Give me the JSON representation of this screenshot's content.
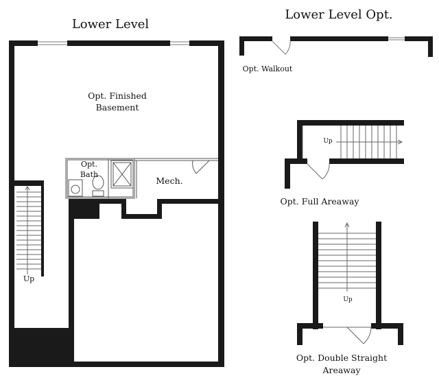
{
  "plan": {
    "main_title": "Lower Level",
    "options_title": "Lower Level Opt.",
    "rooms": {
      "finished_basement_line1": "Opt. Finished",
      "finished_basement_line2": "Basement",
      "bath_line1": "Opt.",
      "bath_line2": "Bath",
      "mech": "Mech."
    },
    "stair_up_label": "Up",
    "options": {
      "walkout": "Opt. Walkout",
      "full_areaway": "Opt. Full Areaway",
      "double_straight_line1": "Opt. Double Straight",
      "double_straight_line2": "Areaway",
      "full_areaway_up": "Up",
      "double_straight_up": "Up"
    },
    "colors": {
      "wall": "#1a1a1a",
      "thin_line": "#555555",
      "background": "#ffffff"
    }
  }
}
